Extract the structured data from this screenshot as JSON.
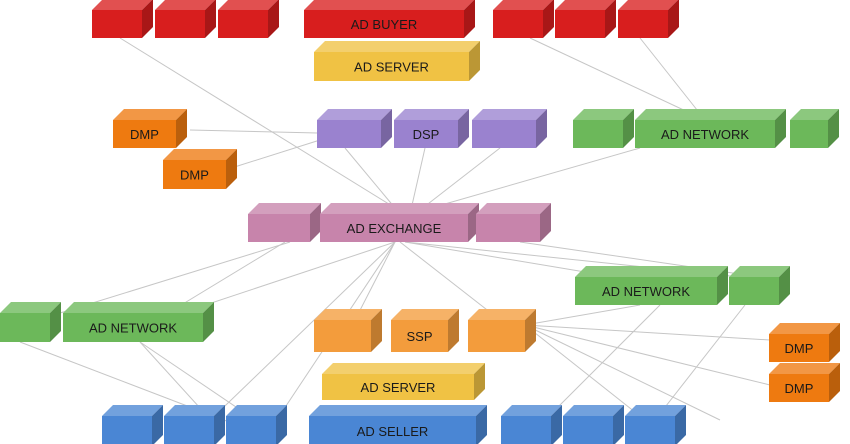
{
  "colors": {
    "red": "#d81e1e",
    "yellow": "#f0c244",
    "purple": "#9a82cf",
    "orange": "#ee7a10",
    "green": "#6cb85a",
    "pink": "#c784ab",
    "light_orange": "#f39c3c",
    "blue": "#4a86d4",
    "line": "#c6c6c6"
  },
  "labels": {
    "ad_buyer": "AD BUYER",
    "ad_server_top": "AD SERVER",
    "dmp": "DMP",
    "dsp": "DSP",
    "ad_network": "AD NETWORK",
    "ad_exchange": "AD EXCHANGE",
    "ssp": "SSP",
    "ad_server_bottom": "AD SERVER",
    "ad_seller": "AD SELLER"
  }
}
